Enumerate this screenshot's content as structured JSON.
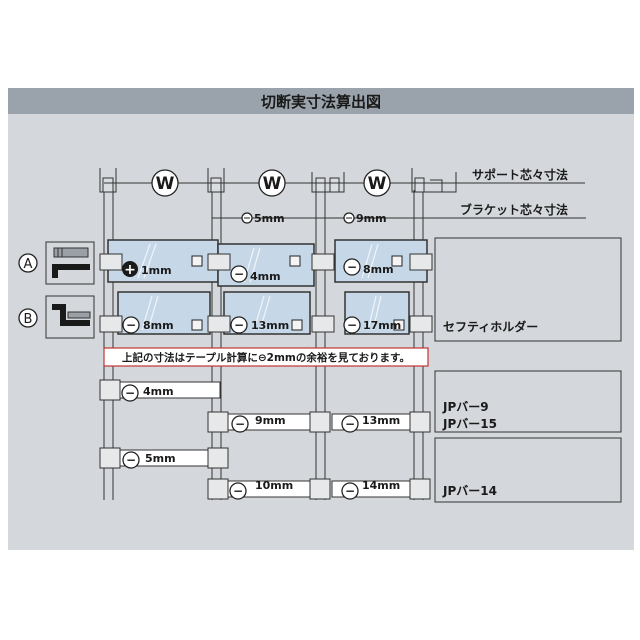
{
  "title": "切断実寸法算出図",
  "labels": {
    "support": "サポート芯々寸法",
    "bracket": "ブラケット芯々寸法",
    "holder": "セフティホルダー",
    "jp9": "JPバー9",
    "jp15": "JPバー15",
    "jp14": "JPバー14",
    "marker_a": "A",
    "marker_b": "B",
    "w": "W",
    "plus": "+",
    "minus": "−",
    "note": "上記の寸法はテープル計算に⊖2mmの余裕を見ております。"
  },
  "dims": {
    "bracket_5": "5mm",
    "bracket_9": "9mm",
    "a1": "1mm",
    "a4": "4mm",
    "a8": "8mm",
    "b8": "8mm",
    "b13": "13mm",
    "b17": "17mm",
    "r1": "4mm",
    "r2a": "9mm",
    "r2b": "13mm",
    "r3": "5mm",
    "r4a": "10mm",
    "r4b": "14mm"
  },
  "colors": {
    "panel": "#d4d7db",
    "title_bar": "#9aa2ab",
    "glass": "#c6d7e8",
    "note_border": "#c33333"
  }
}
